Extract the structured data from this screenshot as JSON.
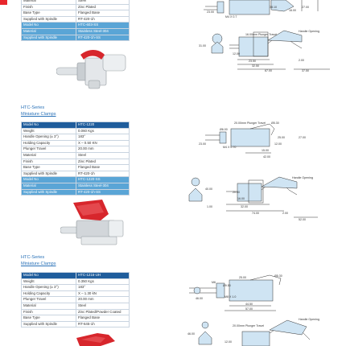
{
  "section1": {
    "rows_top": [
      {
        "label": "Material",
        "value": "Steel",
        "style": "plain"
      },
      {
        "label": "Finish",
        "value": "Zinc Plated",
        "style": "plain"
      },
      {
        "label": "Base Type",
        "value": "Flanged Base",
        "style": "plain"
      },
      {
        "label": "Supplied with Spindle",
        "value": "RT-420-1h",
        "style": "plain"
      },
      {
        "label": "Model No",
        "value": "HTC-603-SS",
        "style": "alt"
      },
      {
        "label": "Material",
        "value": "Stainless Steel-304",
        "style": "alt"
      },
      {
        "label": "Supplied with Spindle",
        "value": "RT-420-1h-SS",
        "style": "alt"
      }
    ],
    "dims": [
      "23.00",
      "M4 X 0.7",
      "38.10",
      "16.00",
      "27.00",
      "31.00",
      "Handle Opening",
      "16.00mm Plunger Travel",
      "12.00",
      "23.50",
      "32.50",
      "67.00",
      "37.50",
      "2.00"
    ]
  },
  "section2": {
    "series": "HTC-Series",
    "subtitle": "Miniature Clamps",
    "rows": [
      {
        "label": "Model No",
        "value": "HTC-1220",
        "style": "head"
      },
      {
        "label": "Weight",
        "value": "0.060 Kgs",
        "style": "plain"
      },
      {
        "label": "Handle Opening (± 3°)",
        "value": "183°",
        "style": "plain"
      },
      {
        "label": "Holding Capacity",
        "value": "X – 0.50 KN",
        "style": "plain"
      },
      {
        "label": "Plunger Travel",
        "value": "20.00 mm",
        "style": "plain"
      },
      {
        "label": "Material",
        "value": "Steel",
        "style": "plain"
      },
      {
        "label": "Finish",
        "value": "Zinc Plated",
        "style": "plain"
      },
      {
        "label": "Base Type",
        "value": "Flanged Base",
        "style": "plain"
      },
      {
        "label": "Supplied with Spindle",
        "value": "RT-420-1h",
        "style": "plain"
      },
      {
        "label": "Model No",
        "value": "HTC-1220-SS",
        "style": "alt"
      },
      {
        "label": "Material",
        "value": "Stainless Steel-304",
        "style": "alt"
      },
      {
        "label": "Supplied with Spindle",
        "value": "RT-420-1h-SS",
        "style": "alt"
      }
    ],
    "dims": [
      "20.00mm Plunger Travel",
      "Ø6.00",
      "23.00",
      "M4 X 0.70",
      "Ø5.30",
      "25.00",
      "27.00",
      "12.00",
      "15.00",
      "42.00",
      "Handle Opening",
      "40.00",
      "20.00",
      "16.00",
      "32.00",
      "74.00",
      "1.00",
      "2.00",
      "52.00"
    ]
  },
  "section3": {
    "series": "HTC-Series",
    "subtitle": "Miniature Clamps",
    "rows": [
      {
        "label": "Model No",
        "value": "HTC-1216-UH",
        "style": "head"
      },
      {
        "label": "Weight",
        "value": "0.350 Kgs",
        "style": "plain"
      },
      {
        "label": "Handle Opening (± 3°)",
        "value": "183°",
        "style": "plain"
      },
      {
        "label": "Holding Capacity",
        "value": "X – 1.30 kN",
        "style": "plain"
      },
      {
        "label": "Plunger Travel",
        "value": "20.00 mm",
        "style": "plain"
      },
      {
        "label": "Material",
        "value": "Steel",
        "style": "plain"
      },
      {
        "label": "Finish",
        "value": "Zinc Plated/Powder Coated",
        "style": "plain"
      },
      {
        "label": "Base Type",
        "value": "Flanged Base",
        "style": "plain"
      },
      {
        "label": "Supplied with Spindle",
        "value": "RT-645-1h",
        "style": "plain"
      }
    ],
    "dims": [
      "M6",
      "Ø9.50",
      "25.00",
      "Ø5.30",
      "M8 X 1.0",
      "46.00",
      "44.50",
      "57.00",
      "Handle Opening",
      "20.00mm Plunger Travel",
      "46.00",
      "12.00"
    ]
  }
}
